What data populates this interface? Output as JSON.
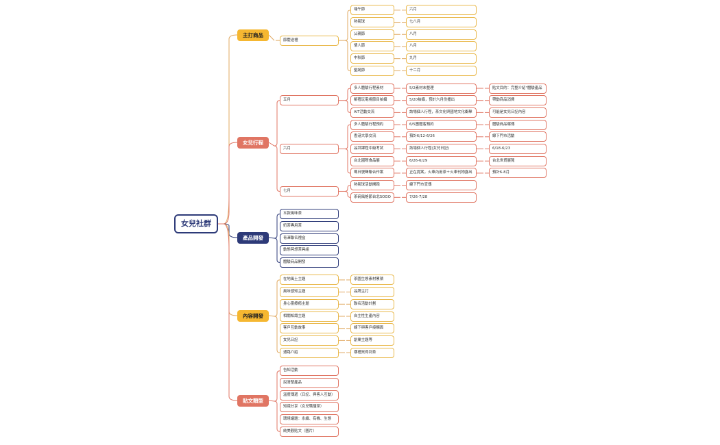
{
  "root": "女兒社群",
  "colors": {
    "gold": "#f5b731",
    "red": "#e07563",
    "navy": "#2d3a78",
    "gold_border": "#e0a860"
  },
  "branches": [
    {
      "label": "主打商品",
      "children": [
        {
          "label": "節慶送禮",
          "children": [
            {
              "label": "端午節",
              "children": [
                {
                  "label": "六月"
                }
              ]
            },
            {
              "label": "熱氣球",
              "children": [
                {
                  "label": "七八月"
                }
              ]
            },
            {
              "label": "父親節",
              "children": [
                {
                  "label": "八月"
                }
              ]
            },
            {
              "label": "情人節",
              "children": [
                {
                  "label": "八月"
                }
              ]
            },
            {
              "label": "中秋節",
              "children": [
                {
                  "label": "九月"
                }
              ]
            },
            {
              "label": "聖誕節",
              "children": [
                {
                  "label": "十二月"
                }
              ]
            }
          ]
        }
      ]
    },
    {
      "label": "女兒行程",
      "children": [
        {
          "label": "五月",
          "children": [
            {
              "label": "多人體驗行程素材",
              "children": [
                {
                  "label": "5/2素材未整理",
                  "children": [
                    {
                      "label": "貼文目的：完整介紹\"體驗產品"
                    }
                  ]
                }
              ]
            },
            {
              "label": "鄰著玩電視節目拍攝",
              "children": [
                {
                  "label": "5/20拍攝，預計六月份播出",
                  "children": [
                    {
                      "label": "帶動商品消費"
                    }
                  ]
                }
              ]
            },
            {
              "label": "AIT活動交流",
              "children": [
                {
                  "label": "該場個人行程，茶文化與國地文化衝擊",
                  "children": [
                    {
                      "label": "可能是女兒日記內容"
                    }
                  ]
                }
              ]
            }
          ]
        },
        {
          "label": "六月",
          "children": [
            {
              "label": "多人體驗行程預約",
              "children": [
                {
                  "label": "6/5團體客預約",
                  "children": [
                    {
                      "label": "體驗商品曝傳"
                    }
                  ]
                }
              ]
            },
            {
              "label": "香港大學交流",
              "children": [
                {
                  "label": "預計6/12-6/26",
                  "children": [
                    {
                      "label": "線下門市活動"
                    }
                  ]
                }
              ]
            },
            {
              "label": "品評課程中級考試",
              "children": [
                {
                  "label": "該場個人行程(女兒日記)",
                  "children": [
                    {
                      "label": "6/18-6/23"
                    }
                  ]
                }
              ]
            },
            {
              "label": "台北國際食品展",
              "children": [
                {
                  "label": "6/26-6/29",
                  "children": [
                    {
                      "label": "台北世貿展覽"
                    }
                  ]
                }
              ]
            },
            {
              "label": "嗎日號聲聯合作案",
              "children": [
                {
                  "label": "正在提案，火車內用茶＋火車刊物露出",
                  "children": [
                    {
                      "label": "預計6-8月"
                    }
                  ]
                }
              ]
            }
          ]
        },
        {
          "label": "七月",
          "children": [
            {
              "label": "熱氣球活動開跑",
              "children": [
                {
                  "label": "線下門市宣傳"
                }
              ]
            },
            {
              "label": "茶碗風格節台北SOGO",
              "children": [
                {
                  "label": "7/26-7/28"
                }
              ]
            }
          ]
        }
      ]
    },
    {
      "label": "產品開發",
      "children": [
        {
          "label": "五款風味茶"
        },
        {
          "label": "奶茶專用茶"
        },
        {
          "label": "青澤聯名禮盒"
        },
        {
          "label": "動態冥想茶具組"
        },
        {
          "label": "體驗商品開發"
        }
      ]
    },
    {
      "label": "內容開發",
      "children": [
        {
          "label": "在地風土主題",
          "children": [
            {
              "label": "茶園生態素材累積"
            }
          ]
        },
        {
          "label": "風味感知主題",
          "children": [
            {
              "label": "品牌主打"
            }
          ]
        },
        {
          "label": "身心靈療癒主題",
          "children": [
            {
              "label": "聯名活動計劃"
            }
          ]
        },
        {
          "label": "相關知識主題",
          "children": [
            {
              "label": "自主性生產內容"
            }
          ]
        },
        {
          "label": "客戶互動故事",
          "children": [
            {
              "label": "線下與客戶接觸面"
            }
          ]
        },
        {
          "label": "女兒日記",
          "children": [
            {
              "label": "創業主題等"
            }
          ]
        },
        {
          "label": "通路介紹",
          "children": [
            {
              "label": "哪裡買得到茶"
            }
          ]
        }
      ]
    },
    {
      "label": "貼文類型",
      "children": [
        {
          "label": "告知活動"
        },
        {
          "label": "說清楚產品"
        },
        {
          "label": "溫度傳遞（日記、與客人互動）"
        },
        {
          "label": "知識分享（女兒職懂茶）"
        },
        {
          "label": "環境議題：永續、有機、生態"
        },
        {
          "label": "純美觀貼文（圖片）"
        }
      ]
    }
  ]
}
